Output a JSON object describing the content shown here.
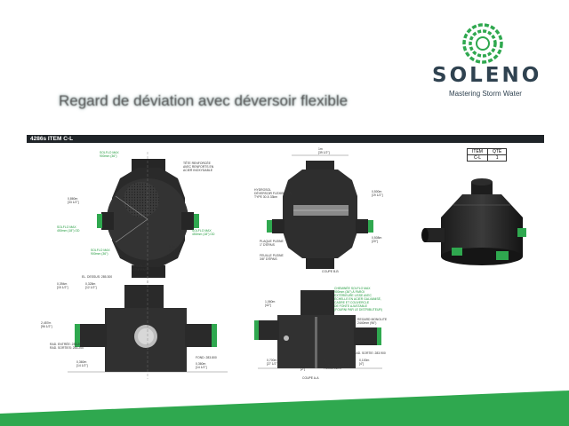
{
  "brand": {
    "name": "SOLENO",
    "tagline": "Mastering Storm Water",
    "colors": {
      "green": "#2fa84f",
      "dark": "#2f4250",
      "bar": "#1f2428"
    }
  },
  "slide": {
    "title": "Regard de déviation avec déversoir flexible"
  },
  "drawing": {
    "header": "4286s ITEM C-L",
    "table": {
      "headers": [
        "ITEM",
        "QTÉ"
      ],
      "rows": [
        [
          "C-L",
          "1"
        ]
      ]
    },
    "labels": {
      "top_left_pipe": "SOLFLO MAX\n900mm (36\")",
      "tete": "TÊTE RENFORCÉE\nAVEC RENFORTS EN\nACIER INOXYDABLE",
      "dim_left1": "0,860m\n[33 1/2\"]",
      "left_pipe": "SOLFLO MAX\n450mm (18\") OD",
      "right_pipe": "SOLFLO MAX\n450mm (18\") OD",
      "bottom_pipe": "SOLFLO MAX\n900mm (36\")",
      "dim_bottom": "0,380m\n[15\"]",
      "dev": "DÉV. ÉL. À\nCONFIRMER",
      "dim_top_mid": "1m\n[39 1/2\"]",
      "hydrosol": "HYDROSOL\nDÉVERSOIR FLEXIBLE SM\nTYPE 30 À 33km",
      "dim_right1": "0,500m\n[19 1/2\"]",
      "dim_right2": "0,508m\n[20\"]",
      "plaque": "PLAQUE PLEINE\n1\" D'ÉPAIS",
      "feuille": "FEUILLE PLEINE\n3/8\" D'ÉPAIS",
      "coupe_bb": "COUPE B-B",
      "el_dessus": "EL. DESSUS: 285.300",
      "dim_a1": "0,394m\n[15 1/2\"]",
      "dim_a2": "0,328m\n[12 1/2\"]",
      "dim_h": "2,457m\n[96 1/2\"]",
      "rad_entree": "RAD. ENTRÉE: 283.200\nRAD. SORTIES: 283.200",
      "dim_b1": "0,360m\n[14 1/2\"]",
      "fond": "FOND: 283.800",
      "dim_b2": "0,360m\n[14 1/2\"]",
      "cheminee": "CHEMINÉE SOLFLO MAX\n900mm (36\") À PAROI\nEXTÉRIEURE LISSE AVEC\nÉCHELLE EN ACIER GALVANISÉ,\nCADRE ET COUVERCLE\nDE FONTE AJUSTABLE\n(FOURNI PAR LE DISTRIBUTEUR)",
      "dim_c1": "1,060m\n[42\"]",
      "regard": "REGARD MONOLITE\n2440mm (96\")",
      "rad_sortie": "RAD. SORTIE: 283.900",
      "dim_c2": "0,700m\n[27 1/2\"]",
      "dim_c3": "0,051m\n[2\"]",
      "plaques": "PLAQUES ET\nRENFORTS PLEINS\nFUSIONNÉS",
      "dim_c4": "0,100m\n[4\"]",
      "coupe_aa": "COUPE A-A"
    }
  }
}
